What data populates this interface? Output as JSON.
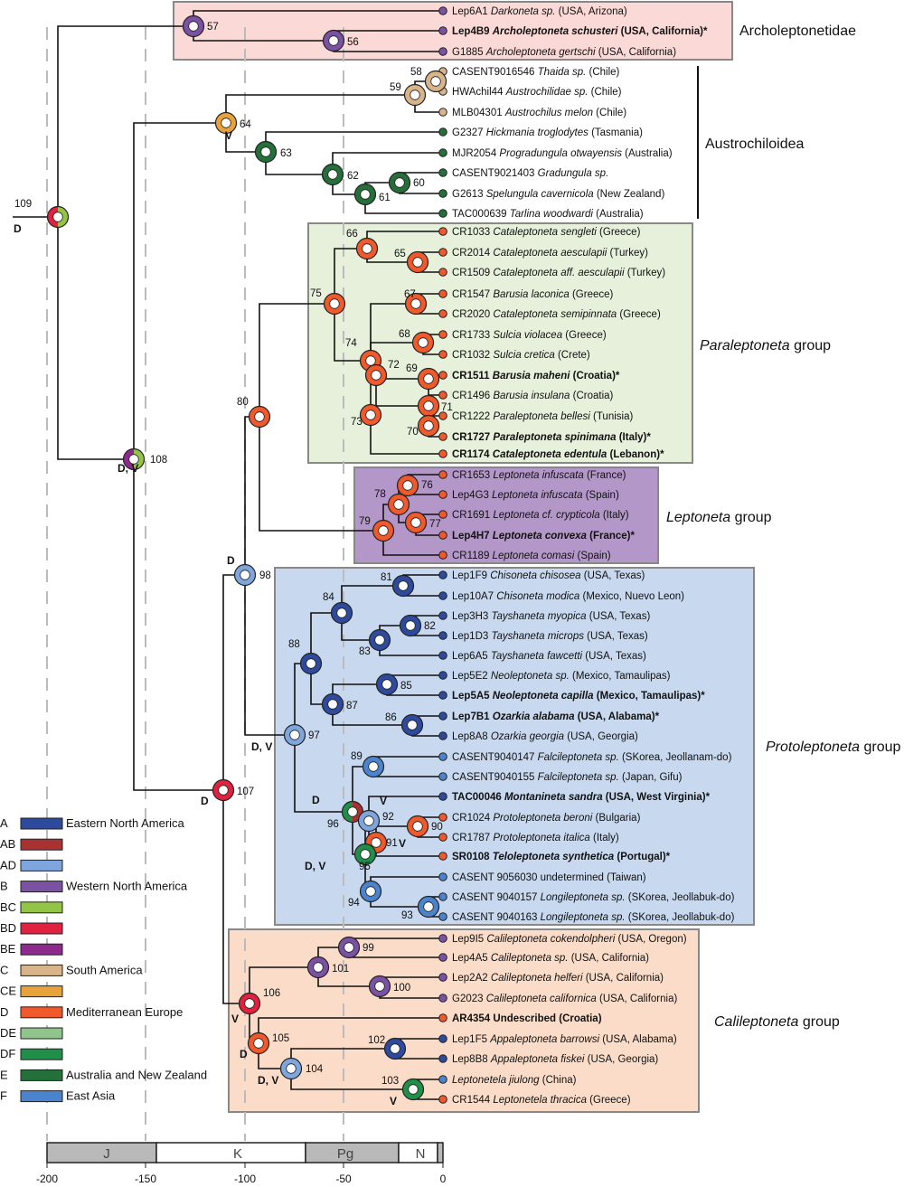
{
  "colors": {
    "A": "#2e4a9c",
    "AB": "#a83232",
    "AD": "#7fa6dc",
    "B": "#7b52a3",
    "BC": "#93c447",
    "BD": "#e0213f",
    "BE": "#8e2a8e",
    "C": "#d8b48a",
    "CE": "#e8a23c",
    "D": "#f0592b",
    "DE": "#8fc58c",
    "DF": "#1f8f4a",
    "E": "#25703a",
    "F": "#4b84cc"
  },
  "groups": {
    "archoleptonetidae": "Archoleptonetidae",
    "austrochiloidea": "Austrochiloidea",
    "paraleptoneta": {
      "italic": "Paraleptoneta",
      "rest": " group"
    },
    "leptoneta": {
      "italic": "Leptoneta",
      "rest": " group"
    },
    "protoleptoneta": {
      "italic": "Protoleptoneta",
      "rest": " group"
    },
    "calileptoneta": {
      "italic": "Calileptoneta",
      "rest": " group"
    }
  },
  "tips": [
    {
      "id": "Lep6A1",
      "genus": "Darkoneta sp.",
      "loc": " (USA, Arizona)",
      "c": "B"
    },
    {
      "id": "Lep4B9",
      "genus": "Archoleptoneta schusteri",
      "loc": " (USA, California)*",
      "c": "B",
      "bold": true
    },
    {
      "id": "G1885",
      "genus": "Archoleptoneta gertschi",
      "loc": " (USA, California)",
      "c": "B"
    },
    {
      "id": "CASENT9016546",
      "genus": "Thaida sp.",
      "loc": " (Chile)",
      "c": "C"
    },
    {
      "id": "HWAchil44",
      "genus": "Austrochilidae sp.",
      "loc": " (Chile)",
      "c": "C"
    },
    {
      "id": "MLB04301",
      "genus": "Austrochilus melon",
      "loc": " (Chile)",
      "c": "C"
    },
    {
      "id": "G2327",
      "genus": "Hickmania troglodytes",
      "loc": " (Tasmania)",
      "c": "E"
    },
    {
      "id": "MJR2054",
      "genus": "Progradungula otwayensis",
      "loc": " (Australia)",
      "c": "E"
    },
    {
      "id": "CASENT9021403",
      "genus": "Gradungula sp.",
      "loc": "",
      "c": "E"
    },
    {
      "id": "G2613",
      "genus": "Spelungula cavernicola",
      "loc": " (New Zealand)",
      "c": "E"
    },
    {
      "id": "TAC000639",
      "genus": "Tarlina woodwardi",
      "loc": " (Australia)",
      "c": "E"
    },
    {
      "id": "CR1033",
      "genus": "Cataleptoneta sengleti",
      "loc": " (Greece)",
      "c": "D"
    },
    {
      "id": "CR2014",
      "genus": "Cataleptoneta aesculapii",
      "loc": " (Turkey)",
      "c": "D"
    },
    {
      "id": "CR1509",
      "genus": "Cataleptoneta aff. aesculapii",
      "loc": " (Turkey)",
      "c": "D"
    },
    {
      "id": "CR1547",
      "genus": "Barusia laconica",
      "loc": " (Greece)",
      "c": "D"
    },
    {
      "id": "CR2020",
      "genus": "Cataleptoneta semipinnata",
      "loc": " (Greece)",
      "c": "D"
    },
    {
      "id": "CR1733",
      "genus": "Sulcia violacea",
      "loc": " (Greece)",
      "c": "D"
    },
    {
      "id": "CR1032",
      "genus": "Sulcia cretica",
      "loc": " (Crete)",
      "c": "D"
    },
    {
      "id": "CR1511",
      "genus": "Barusia maheni",
      "loc": " (Croatia)*",
      "c": "D",
      "bold": true
    },
    {
      "id": "CR1496",
      "genus": "Barusia insulana",
      "loc": " (Croatia)",
      "c": "D"
    },
    {
      "id": "CR1222",
      "genus": "Paraleptoneta bellesi",
      "loc": " (Tunisia)",
      "c": "D"
    },
    {
      "id": "CR1727",
      "genus": "Paraleptoneta spinimana",
      "loc": " (Italy)*",
      "c": "D",
      "bold": true
    },
    {
      "id": "CR1174",
      "genus": "Cataleptoneta edentula",
      "loc": " (Lebanon)*",
      "c": "D",
      "bold": true
    },
    {
      "id": "CR1653",
      "genus": "Leptoneta infuscata",
      "loc": " (France)",
      "c": "D"
    },
    {
      "id": "Lep4G3",
      "genus": "Leptoneta infuscata",
      "loc": " (Spain)",
      "c": "D"
    },
    {
      "id": "CR1691",
      "genus": "Leptoneta cf. crypticola",
      "loc": " (Italy)",
      "c": "D"
    },
    {
      "id": "Lep4H7",
      "genus": "Leptoneta convexa",
      "loc": " (France)*",
      "c": "D",
      "bold": true
    },
    {
      "id": "CR1189",
      "genus": "Leptoneta comasi",
      "loc": " (Spain)",
      "c": "D"
    },
    {
      "id": "Lep1F9",
      "genus": "Chisoneta chisosea",
      "loc": " (USA, Texas)",
      "c": "A"
    },
    {
      "id": "Lep10A7",
      "genus": "Chisoneta modica",
      "loc": " (Mexico, Nuevo Leon)",
      "c": "A"
    },
    {
      "id": "Lep3H3",
      "genus": "Tayshaneta myopica",
      "loc": " (USA, Texas)",
      "c": "A"
    },
    {
      "id": "Lep1D3",
      "genus": "Tayshaneta microps",
      "loc": " (USA, Texas)",
      "c": "A"
    },
    {
      "id": "Lep6A5",
      "genus": "Tayshaneta fawcetti",
      "loc": " (USA, Texas)",
      "c": "A"
    },
    {
      "id": "Lep5E2",
      "genus": "Neoleptoneta sp.",
      "loc": " (Mexico, Tamaulipas)",
      "c": "A"
    },
    {
      "id": "Lep5A5",
      "genus": "Neoleptoneta capilla",
      "loc": " (Mexico, Tamaulipas)*",
      "c": "A",
      "bold": true
    },
    {
      "id": "Lep7B1",
      "genus": "Ozarkia alabama",
      "loc": " (USA, Alabama)*",
      "c": "A",
      "bold": true
    },
    {
      "id": "Lep8A8",
      "genus": "Ozarkia georgia",
      "loc": " (USA, Georgia)",
      "c": "A"
    },
    {
      "id": "CASENT9040147",
      "genus": "Falcileptoneta sp.",
      "loc": " (SKorea, Jeollanam-do)",
      "c": "F"
    },
    {
      "id": "CASENT9040155",
      "genus": "Falcileptoneta sp.",
      "loc": " (Japan, Gifu)",
      "c": "F"
    },
    {
      "id": "TAC00046",
      "genus": "Montanineta sandra",
      "loc": " (USA, West Virginia)*",
      "c": "A",
      "bold": true
    },
    {
      "id": "CR1024",
      "genus": "Protoleptoneta beroni",
      "loc": " (Bulgaria)",
      "c": "D"
    },
    {
      "id": "CR1787",
      "genus": "Protoleptoneta italica",
      "loc": " (Italy)",
      "c": "D"
    },
    {
      "id": "SR0108",
      "genus": "Teloleptoneta synthetica",
      "loc": " (Portugal)*",
      "c": "D",
      "bold": true
    },
    {
      "id": "CASENT 9056030",
      "genus": "",
      "loc": "undetermined (Taiwan)",
      "c": "F"
    },
    {
      "id": "CASENT 9040157",
      "genus": "Longileptoneta sp.",
      "loc": " (SKorea, Jeollabuk-do)",
      "c": "F"
    },
    {
      "id": "CASENT 9040163",
      "genus": "Longileptoneta sp.",
      "loc": " (SKorea, Jeollabuk-do)",
      "c": "F"
    },
    {
      "id": "Lep9I5",
      "genus": "Calileptoneta cokendolpheri",
      "loc": " (USA, Oregon)",
      "c": "B"
    },
    {
      "id": "Lep4A5",
      "genus": "Calileptoneta sp.",
      "loc": " (USA, California)",
      "c": "B"
    },
    {
      "id": "Lep2A2",
      "genus": "Calileptoneta helferi",
      "loc": " (USA, California)",
      "c": "B"
    },
    {
      "id": "G2023",
      "genus": "Calileptoneta californica",
      "loc": " (USA, California)",
      "c": "B"
    },
    {
      "id": "AR4354",
      "genus": "",
      "loc": "Undescribed (Croatia)",
      "c": "D",
      "bold": true
    },
    {
      "id": "Lep1F5",
      "genus": "Appaleptoneta barrowsi",
      "loc": " (USA, Alabama)",
      "c": "A"
    },
    {
      "id": "Lep8B8",
      "genus": "Appaleptoneta fiskei",
      "loc": " (USA, Georgia)",
      "c": "A"
    },
    {
      "id": "",
      "genus": "Leptonetela jiulong",
      "loc": " (China)",
      "c": "F"
    },
    {
      "id": "CR1544",
      "genus": "Leptonetela thracica",
      "loc": " (Greece)",
      "c": "D"
    }
  ],
  "nodes": [
    {
      "n": "109",
      "c": [
        "BC",
        "BD"
      ],
      "ev": "D"
    },
    {
      "n": "57",
      "c": [
        "B"
      ]
    },
    {
      "n": "56",
      "c": [
        "B"
      ]
    },
    {
      "n": "108",
      "c": [
        "BC",
        "BE"
      ],
      "ev": "D, V"
    },
    {
      "n": "64",
      "c": [
        "CE"
      ],
      "ev": "V"
    },
    {
      "n": "59",
      "c": [
        "C"
      ]
    },
    {
      "n": "58",
      "c": [
        "C"
      ]
    },
    {
      "n": "63",
      "c": [
        "E"
      ]
    },
    {
      "n": "62",
      "c": [
        "E"
      ]
    },
    {
      "n": "61",
      "c": [
        "E"
      ]
    },
    {
      "n": "60",
      "c": [
        "E"
      ]
    },
    {
      "n": "107",
      "c": [
        "BD"
      ],
      "ev": "D"
    },
    {
      "n": "98",
      "c": [
        "AD"
      ],
      "ev": "D"
    },
    {
      "n": "80",
      "c": [
        "D"
      ]
    },
    {
      "n": "75",
      "c": [
        "D"
      ]
    },
    {
      "n": "66",
      "c": [
        "D"
      ]
    },
    {
      "n": "65",
      "c": [
        "D"
      ]
    },
    {
      "n": "74",
      "c": [
        "D"
      ]
    },
    {
      "n": "67",
      "c": [
        "D"
      ]
    },
    {
      "n": "68",
      "c": [
        "D"
      ]
    },
    {
      "n": "72",
      "c": [
        "D"
      ]
    },
    {
      "n": "69",
      "c": [
        "D"
      ]
    },
    {
      "n": "71",
      "c": [
        "D"
      ]
    },
    {
      "n": "70",
      "c": [
        "D"
      ]
    },
    {
      "n": "73",
      "c": [
        "D"
      ]
    },
    {
      "n": "79",
      "c": [
        "D"
      ]
    },
    {
      "n": "78",
      "c": [
        "D"
      ]
    },
    {
      "n": "76",
      "c": [
        "D"
      ]
    },
    {
      "n": "77",
      "c": [
        "D"
      ]
    },
    {
      "n": "97",
      "c": [
        "AD"
      ],
      "ev": "D, V"
    },
    {
      "n": "88",
      "c": [
        "A"
      ]
    },
    {
      "n": "84",
      "c": [
        "A"
      ]
    },
    {
      "n": "81",
      "c": [
        "A"
      ]
    },
    {
      "n": "83",
      "c": [
        "A"
      ]
    },
    {
      "n": "82",
      "c": [
        "A"
      ]
    },
    {
      "n": "87",
      "c": [
        "A"
      ]
    },
    {
      "n": "85",
      "c": [
        "A"
      ]
    },
    {
      "n": "86",
      "c": [
        "A"
      ]
    },
    {
      "n": "96",
      "c": [
        "AB",
        "DF"
      ],
      "ev": "D"
    },
    {
      "n": "89",
      "c": [
        "F"
      ]
    },
    {
      "n": "92",
      "c": [
        "AD"
      ],
      "ev": "V"
    },
    {
      "n": "90",
      "c": [
        "D"
      ],
      "ev": "V"
    },
    {
      "n": "91",
      "c": [
        "D"
      ]
    },
    {
      "n": "95",
      "c": [
        "DF"
      ],
      "ev": "D, V"
    },
    {
      "n": "94",
      "c": [
        "F"
      ]
    },
    {
      "n": "93",
      "c": [
        "F"
      ]
    },
    {
      "n": "106",
      "c": [
        "BD"
      ],
      "ev": "V"
    },
    {
      "n": "101",
      "c": [
        "B"
      ]
    },
    {
      "n": "99",
      "c": [
        "B"
      ]
    },
    {
      "n": "100",
      "c": [
        "B"
      ]
    },
    {
      "n": "105",
      "c": [
        "D"
      ],
      "ev": "D"
    },
    {
      "n": "104",
      "c": [
        "AD"
      ],
      "ev": "D, V"
    },
    {
      "n": "102",
      "c": [
        "A"
      ]
    },
    {
      "n": "103",
      "c": [
        "DF"
      ],
      "ev": "V"
    }
  ],
  "legend": [
    {
      "code": "A",
      "label": "Eastern North America"
    },
    {
      "code": "AB",
      "label": ""
    },
    {
      "code": "AD",
      "label": ""
    },
    {
      "code": "B",
      "label": "Western North America"
    },
    {
      "code": "BC",
      "label": ""
    },
    {
      "code": "BD",
      "label": ""
    },
    {
      "code": "BE",
      "label": ""
    },
    {
      "code": "C",
      "label": "South America"
    },
    {
      "code": "CE",
      "label": ""
    },
    {
      "code": "D",
      "label": "Mediterranean Europe"
    },
    {
      "code": "DE",
      "label": ""
    },
    {
      "code": "DF",
      "label": ""
    },
    {
      "code": "E",
      "label": "Australia and New Zealand"
    },
    {
      "code": "F",
      "label": "East Asia"
    }
  ],
  "timescale": {
    "periods": [
      "J",
      "K",
      "Pg",
      "N"
    ],
    "ticks": [
      "-200",
      "-150",
      "-100",
      "-50",
      "0"
    ]
  }
}
